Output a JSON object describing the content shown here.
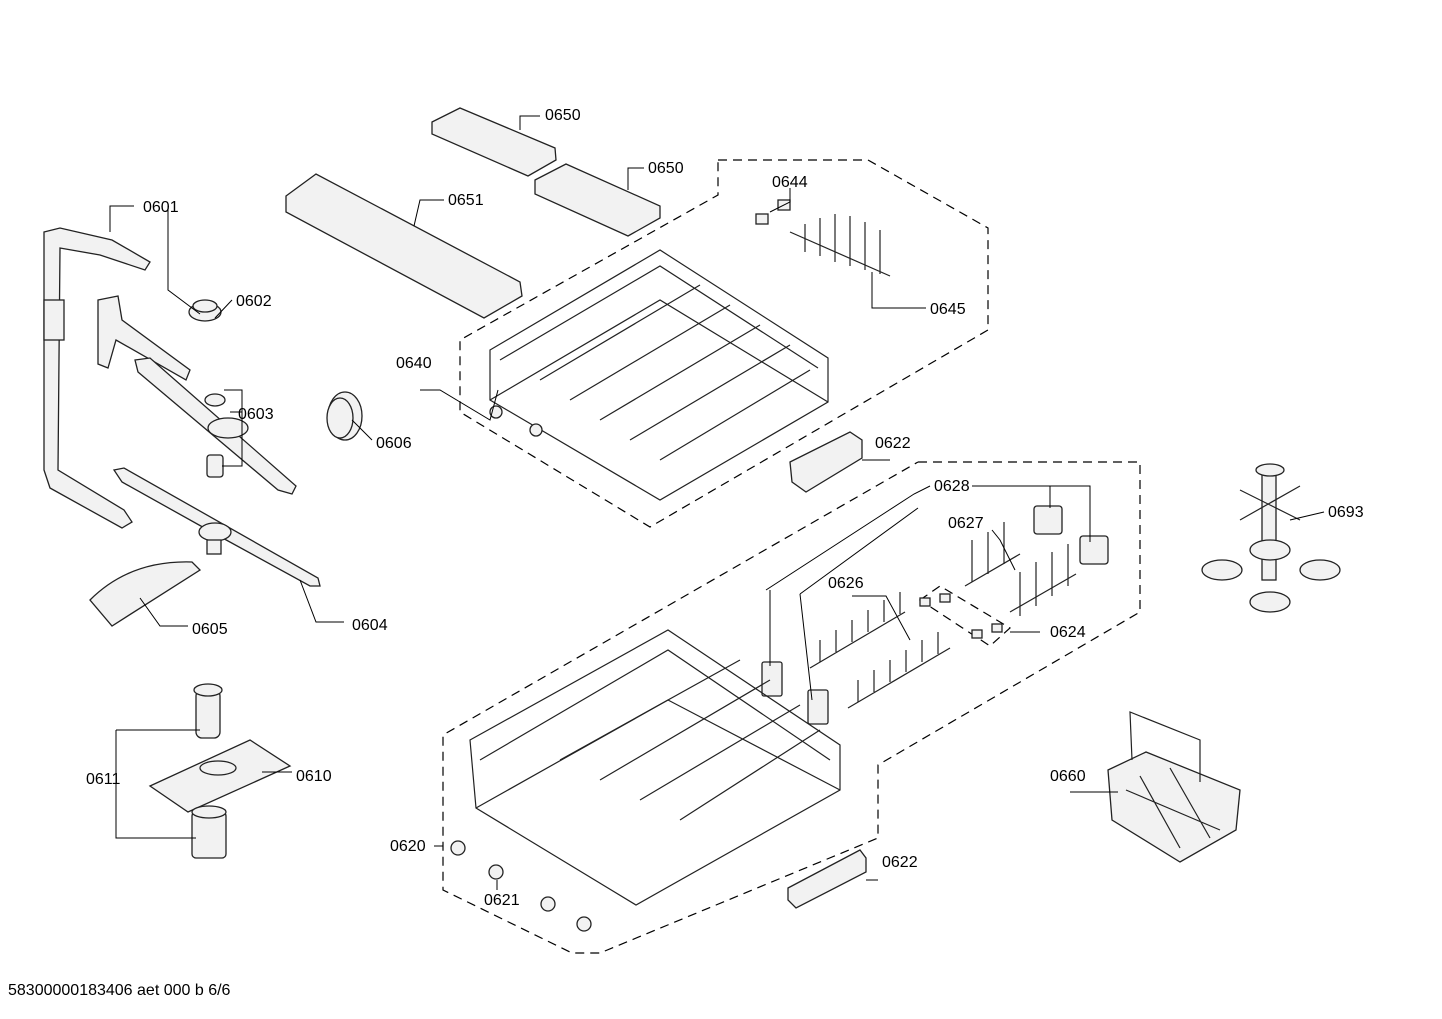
{
  "footer_text": "58300000183406 aet 000 b 6/6",
  "labels": {
    "p0601": "0601",
    "p0602": "0602",
    "p0603": "0603",
    "p0604": "0604",
    "p0605": "0605",
    "p0606": "0606",
    "p0610": "0610",
    "p0611": "0611",
    "p0620": "0620",
    "p0621": "0621",
    "p0622a": "0622",
    "p0622b": "0622",
    "p0624": "0624",
    "p0626": "0626",
    "p0627": "0627",
    "p0628": "0628",
    "p0640": "0640",
    "p0644": "0644",
    "p0645": "0645",
    "p0650a": "0650",
    "p0650b": "0650",
    "p0651": "0651",
    "p0660": "0660",
    "p0693": "0693"
  }
}
